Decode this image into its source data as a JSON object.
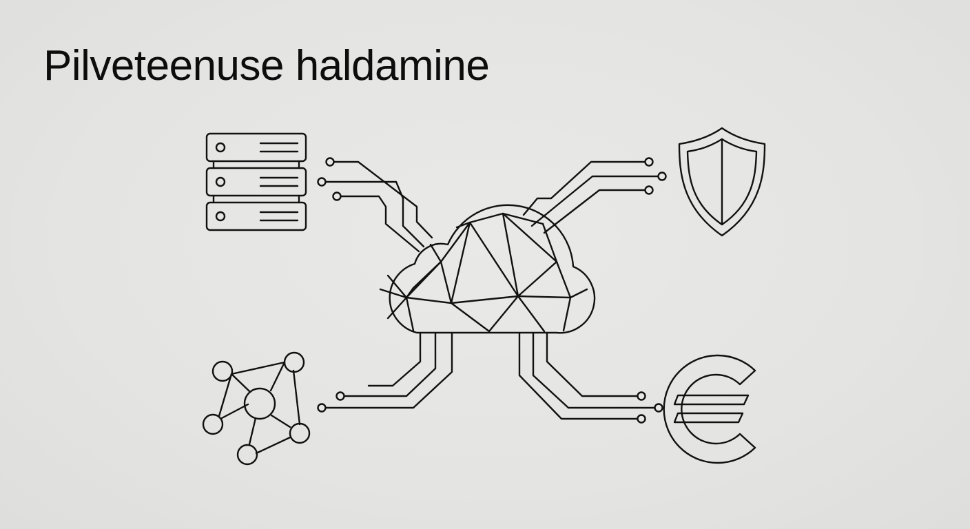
{
  "title": "Pilveteenuse haldamine",
  "diagram": {
    "center": "cloud-network",
    "nodes": [
      {
        "id": "servers",
        "icon": "server-rack-icon"
      },
      {
        "id": "security",
        "icon": "shield-icon"
      },
      {
        "id": "network",
        "icon": "network-graph-icon"
      },
      {
        "id": "cost",
        "icon": "euro-icon"
      }
    ]
  },
  "colors": {
    "background": "#e5e5e3",
    "stroke": "#111111",
    "text": "#0d0d0d"
  }
}
